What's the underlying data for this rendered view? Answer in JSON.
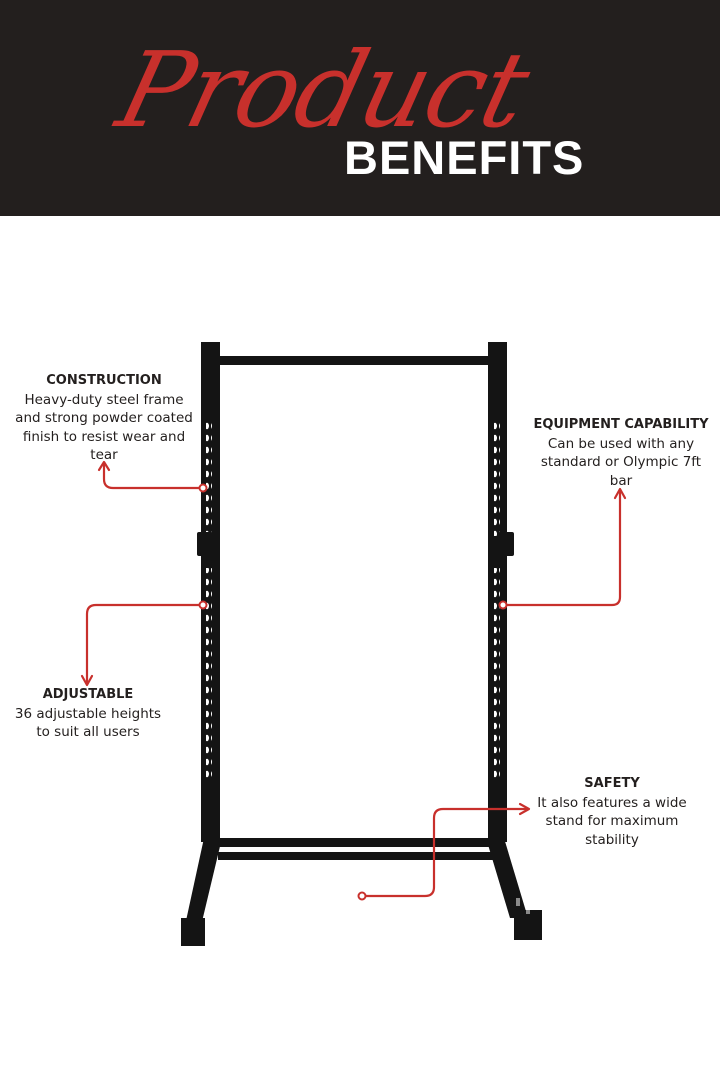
{
  "header": {
    "script_title": "Product",
    "bold_title": "BENEFITS"
  },
  "colors": {
    "banner_bg": "#231f1e",
    "accent_red": "#c8302c",
    "rack_black": "#141414"
  },
  "benefits": [
    {
      "title": "CONSTRUCTION",
      "text": "Heavy-duty steel frame and strong powder coated finish to resist wear and tear"
    },
    {
      "title": "EQUIPMENT CAPABILITY",
      "text": "Can be used with any standard or Olympic 7ft bar"
    },
    {
      "title": "ADJUSTABLE",
      "text": "36 adjustable heights to suit all users"
    },
    {
      "title": "SAFETY",
      "text": "It also features a wide stand for maximum stability"
    }
  ]
}
